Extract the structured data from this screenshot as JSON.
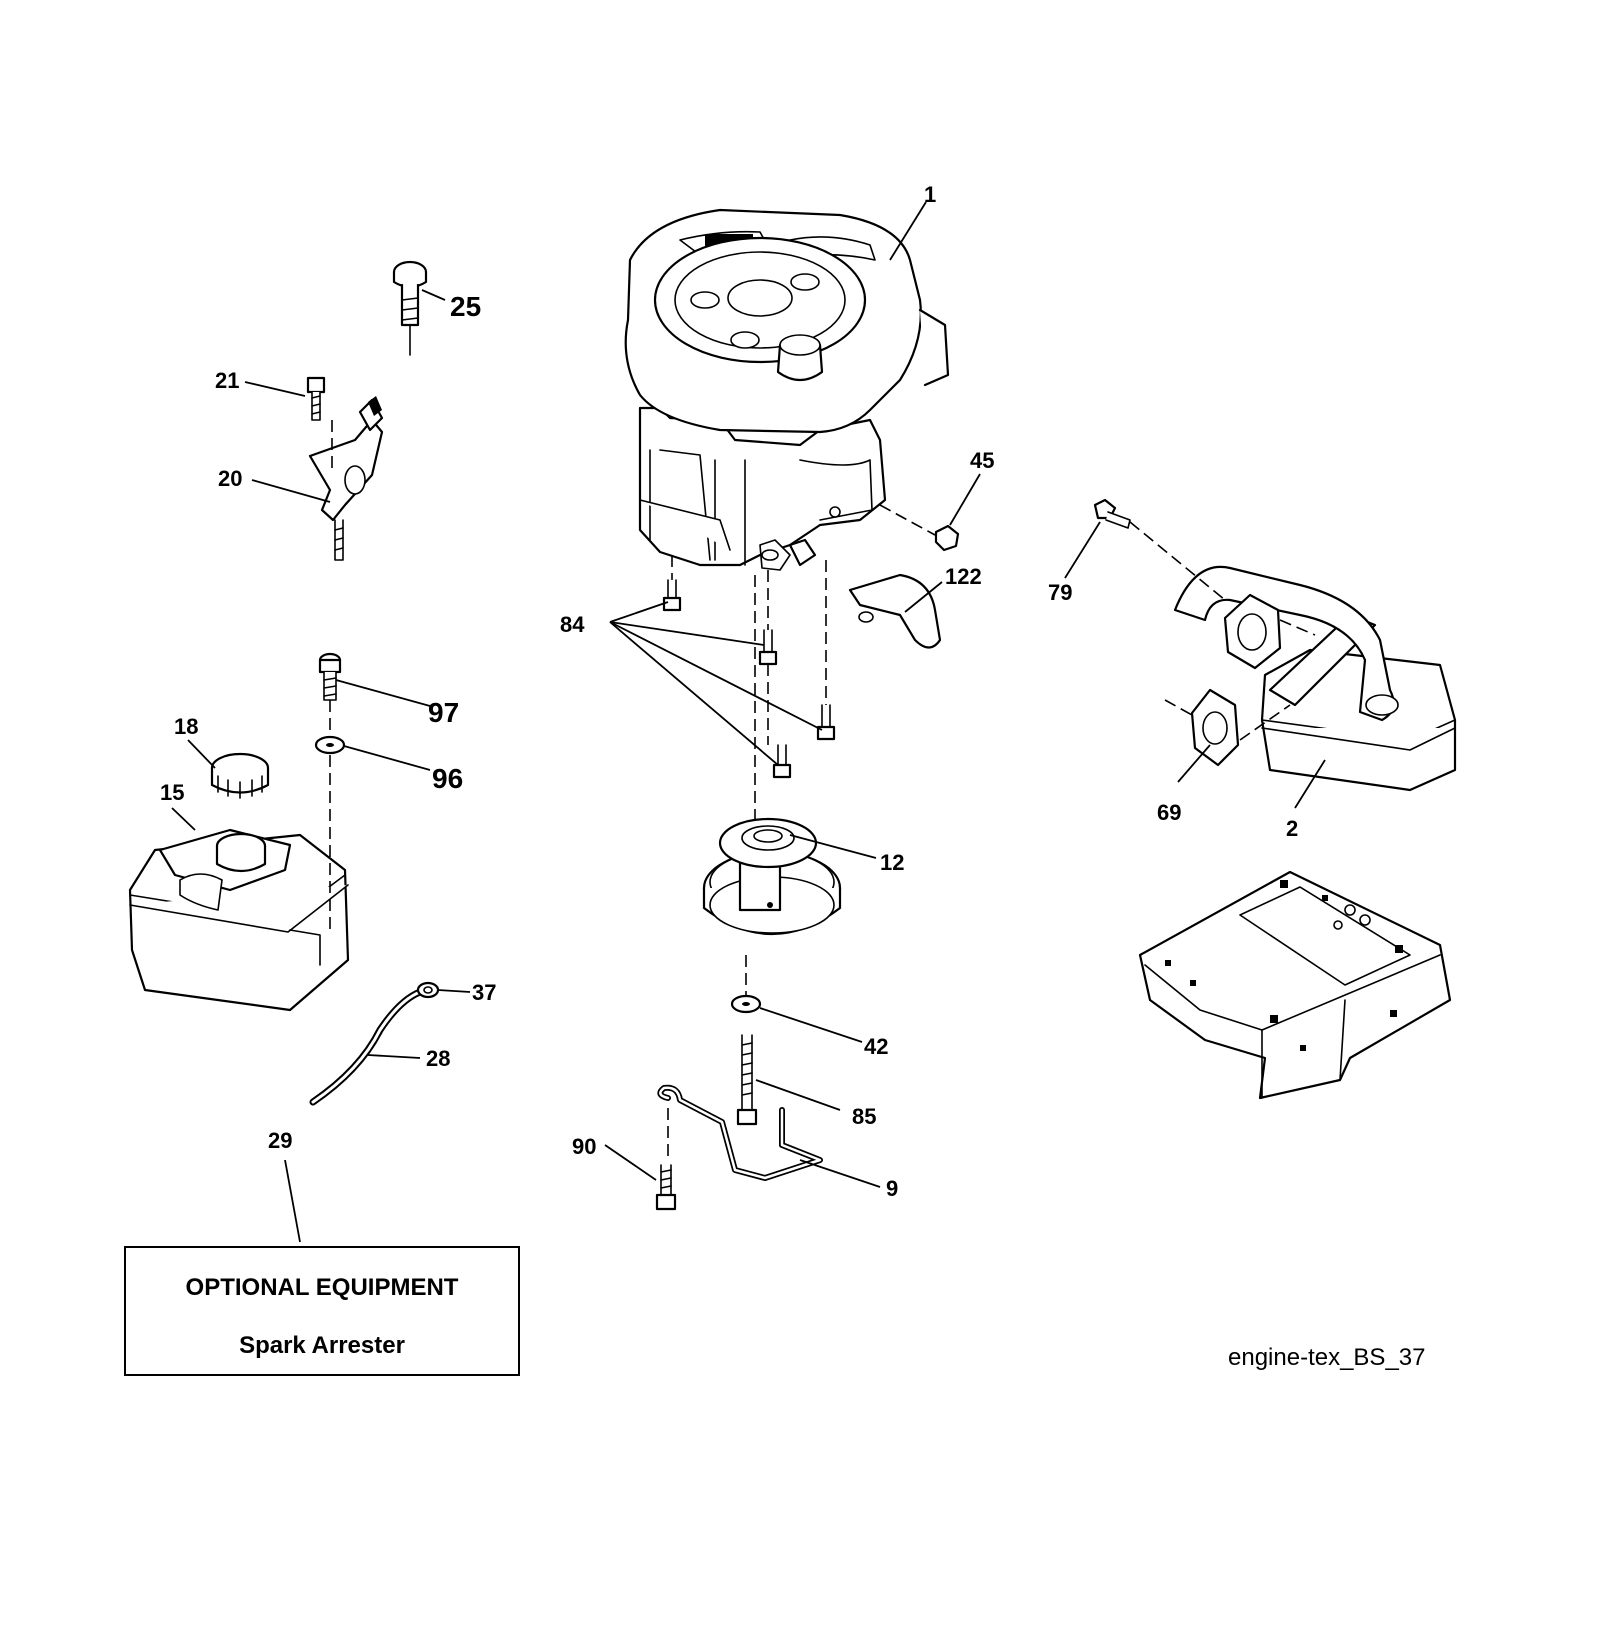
{
  "callouts": {
    "c1": "1",
    "c2": "2",
    "c9": "9",
    "c12": "12",
    "c15": "15",
    "c18": "18",
    "c20": "20",
    "c21": "21",
    "c25": "25",
    "c28": "28",
    "c29": "29",
    "c37": "37",
    "c42": "42",
    "c45": "45",
    "c69": "69",
    "c79": "79",
    "c84": "84",
    "c85": "85",
    "c90": "90",
    "c96": "96",
    "c97": "97",
    "c122": "122"
  },
  "optional_box": {
    "heading": "OPTIONAL EQUIPMENT",
    "item": "Spark Arrester"
  },
  "drawing_ref": "engine-tex_BS_37"
}
